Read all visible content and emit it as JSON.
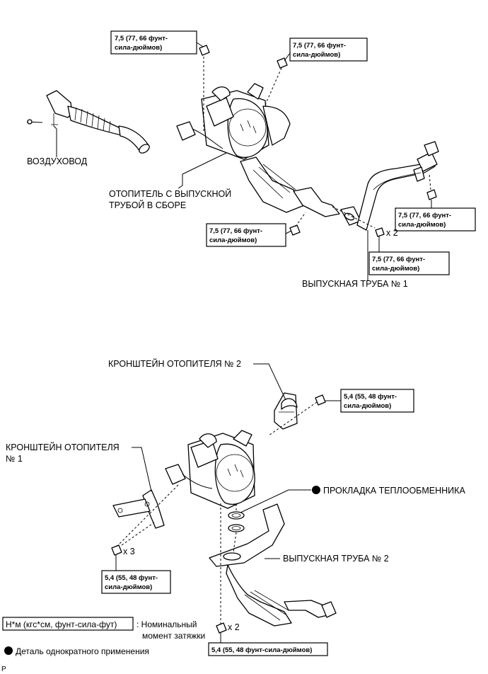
{
  "labels": {
    "air_duct": "ВОЗДУХОВОД",
    "heater_assembly_line1": "ОТОПИТЕЛЬ С ВЫПУСКНОЙ",
    "heater_assembly_line2": "ТРУБОЙ В СБОРЕ",
    "exhaust_pipe_1": "ВЫПУСКНАЯ ТРУБА № 1",
    "heater_bracket_2": "КРОНШТЕЙН ОТОПИТЕЛЯ № 2",
    "heater_bracket_1_line1": "КРОНШТЕЙН ОТОПИТЕЛЯ",
    "heater_bracket_1_line2": "№ 1",
    "heat_exchanger_gasket": "ПРОКЛАДКА ТЕПЛООБМЕННИКА",
    "exhaust_pipe_2": "ВЫПУСКНАЯ ТРУБА № 2"
  },
  "torque": {
    "t75_line1": "7,5 (77, 66 фунт-",
    "t75_line2": "сила-дюймов)",
    "t54_line1": "5,4 (55, 48 фунт-",
    "t54_line2": "сила-дюймов)",
    "t54_single": "5,4 (55, 48 фунт-сила-дюймов)"
  },
  "counts": {
    "x2": "x 2",
    "x3": "x 3"
  },
  "legend": {
    "unit_box": "Н*м (кгс*см, фунт-сила-фут)",
    "unit_desc_line1": ": Номинальный",
    "unit_desc_line2": "момент затяжки",
    "single_use": "Деталь однократного применения"
  },
  "corner_mark": "P"
}
